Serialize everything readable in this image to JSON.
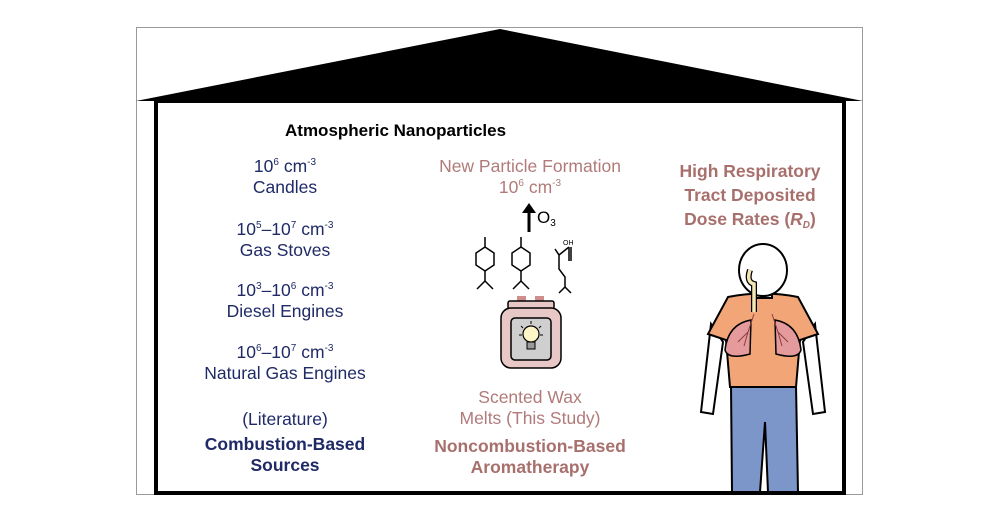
{
  "heading": "Atmospheric Nanoparticles",
  "combustion": {
    "sources": [
      {
        "exp": "10⁶ cm⁻³",
        "name": "Candles"
      },
      {
        "exp": "10⁵–10⁷ cm⁻³",
        "name": "Gas Stoves"
      },
      {
        "exp": "10³–10⁶ cm⁻³",
        "name": "Diesel Engines"
      },
      {
        "exp": "10⁶–10⁷ cm⁻³",
        "name": "Natural Gas Engines"
      }
    ],
    "literature": "(Literature)",
    "label_line1": "Combustion-Based",
    "label_line2": "Sources"
  },
  "noncombustion": {
    "npf_line1": "New Particle Formation",
    "npf_line2": "10⁶ cm⁻³",
    "oxidant": "O₃",
    "wax_line1": "Scented Wax",
    "wax_line2": "Melts (This Study)",
    "label_line1": "Noncombustion-Based",
    "label_line2": "Aromatherapy"
  },
  "respiratory": {
    "line1": "High Respiratory",
    "line2": "Tract Deposited",
    "line3": "Dose Rates (R_D)"
  },
  "colors": {
    "navy": "#1f2a66",
    "rose": "#b07b79",
    "roof": "#000000",
    "shirt": "#f2a678",
    "pants": "#7c96c9",
    "jar": "#e8c8c7",
    "lungs": "#e59a9c"
  }
}
